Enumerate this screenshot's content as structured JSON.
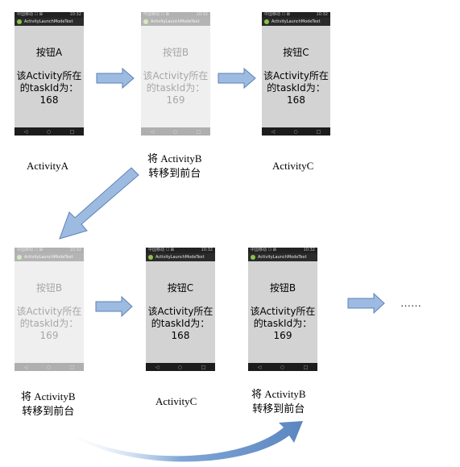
{
  "phones": [
    {
      "status": "中国移动 ☐ ⊠",
      "clock": "10:32",
      "app_title": "ActivityLaunchModeText",
      "button_label": "按钮A",
      "text_line1": "该Activity所在",
      "text_line2": "的taskId为：",
      "task_id": "168",
      "nav": [
        "◁",
        "○",
        "□"
      ]
    },
    {
      "status": "中国移动 ☐ ⊠",
      "clock": "10:32",
      "app_title": "ActivityLaunchModeText",
      "button_label": "按钮B",
      "text_line1": "该Activity所在",
      "text_line2": "的taskId为：",
      "task_id": "169",
      "nav": [
        "◁",
        "○",
        "□"
      ]
    },
    {
      "status": "中国移动 ☐ ⊠",
      "clock": "10:32",
      "app_title": "ActivityLaunchModeText",
      "button_label": "按钮C",
      "text_line1": "该Activity所在",
      "text_line2": "的taskId为：",
      "task_id": "168",
      "nav": [
        "◁",
        "○",
        "□"
      ]
    },
    {
      "status": "中国移动 ☐ ⊠",
      "clock": "10:32",
      "app_title": "ActivityLaunchModeText",
      "button_label": "按钮B",
      "text_line1": "该Activity所在",
      "text_line2": "的taskId为：",
      "task_id": "169",
      "nav": [
        "◁",
        "○",
        "□"
      ]
    },
    {
      "status": "中国移动 ☐ ⊠",
      "clock": "10:32",
      "app_title": "ActivityLaunchModeText",
      "button_label": "按钮C",
      "text_line1": "该Activity所在",
      "text_line2": "的taskId为：",
      "task_id": "168",
      "nav": [
        "◁",
        "○",
        "□"
      ]
    },
    {
      "status": "中国移动 ☐ ⊠",
      "clock": "10:32",
      "app_title": "ActivityLaunchModeText",
      "button_label": "按钮B",
      "text_line1": "该Activity所在",
      "text_line2": "的taskId为：",
      "task_id": "169",
      "nav": [
        "◁",
        "○",
        "□"
      ]
    }
  ],
  "captions": {
    "row1_a": "ActivityA",
    "row1_b_line1": "将 ActivityB",
    "row1_b_line2": "转移到前台",
    "row1_c": "ActivityC",
    "row2_b_line1": "将 ActivityB",
    "row2_b_line2": "转移到前台",
    "row2_c": "ActivityC",
    "row2_b2_line1": "将 ActivityB",
    "row2_b2_line2": "转移到前台",
    "ellipsis": "……"
  },
  "colors": {
    "arrow_fill": "#9dbbe0",
    "arrow_stroke": "#5b82b8",
    "phone_screen": "#d3d3d3"
  }
}
